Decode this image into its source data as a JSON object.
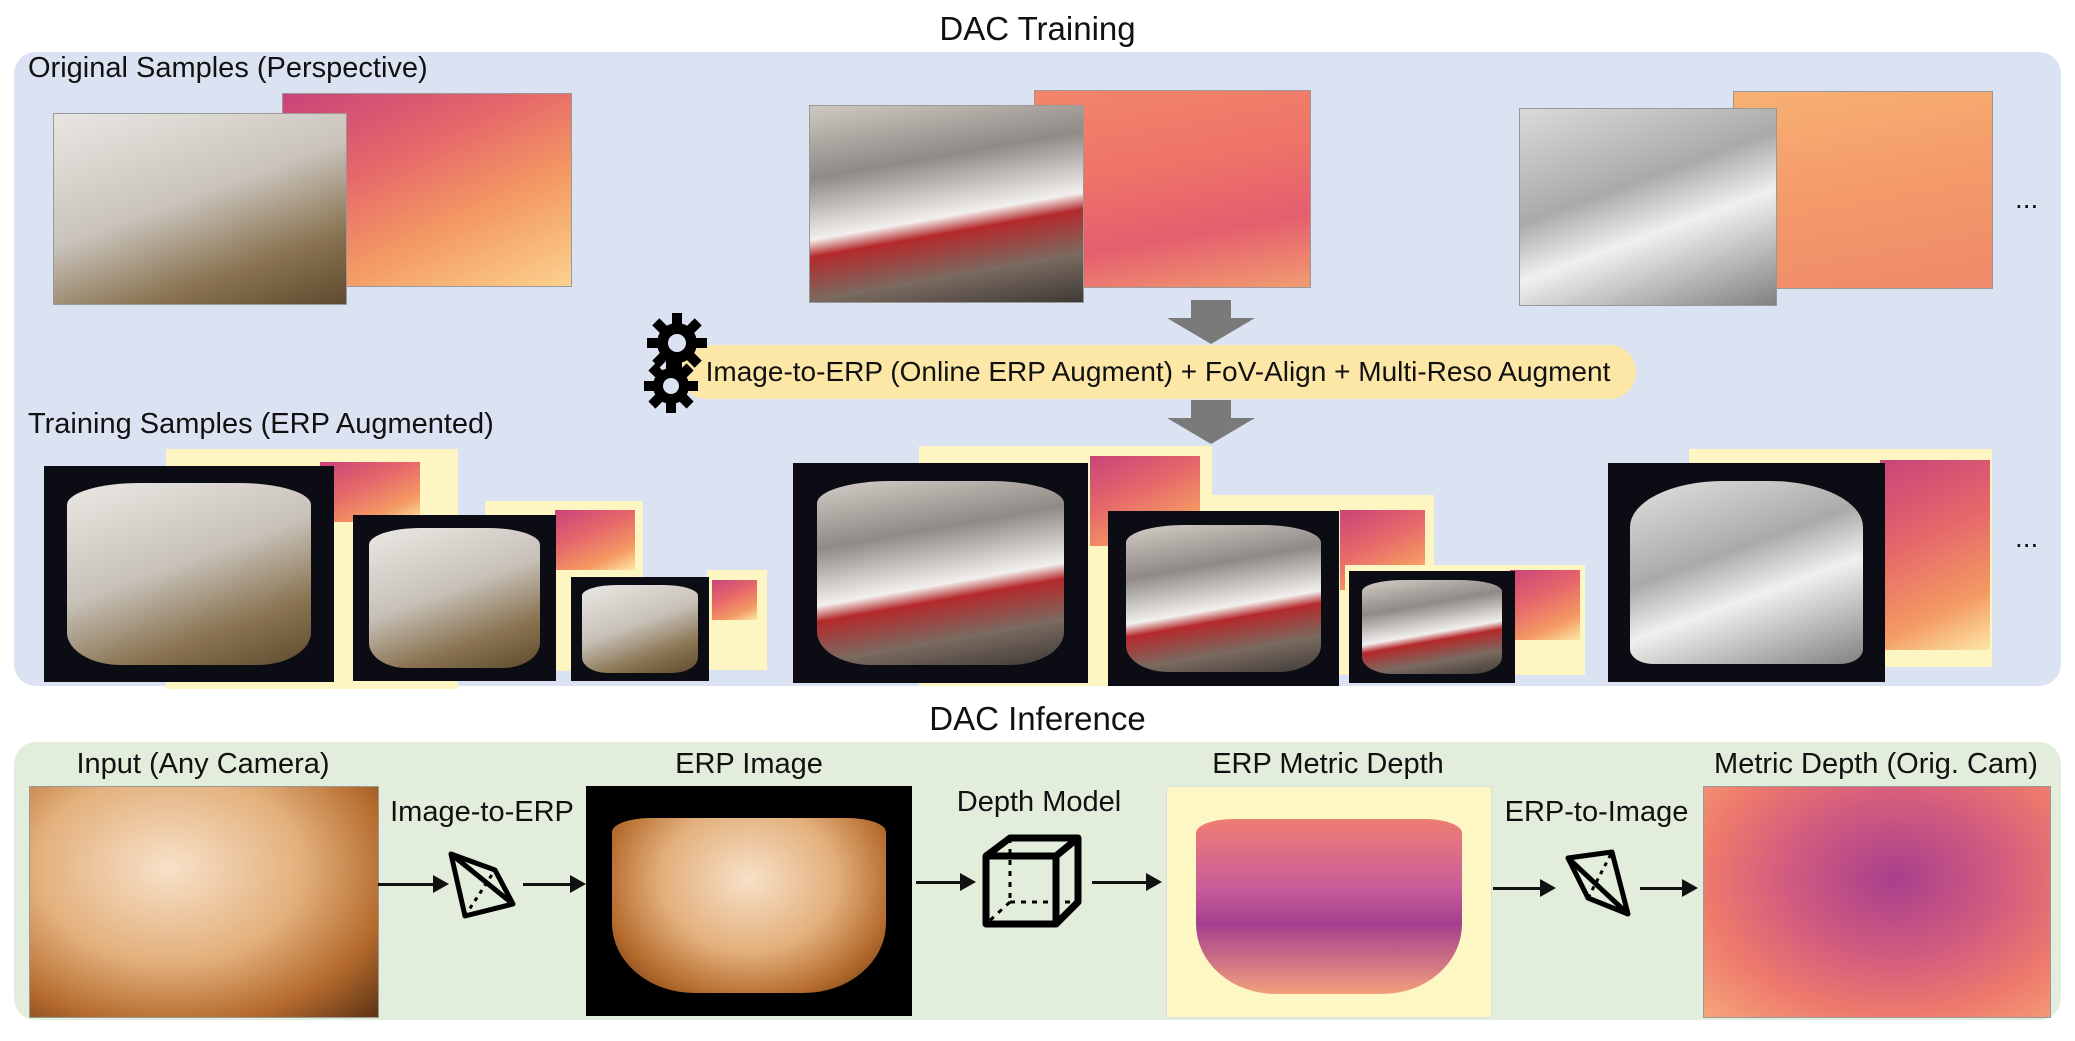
{
  "training": {
    "title": "DAC Training",
    "original_label": "Original Samples (Perspective)",
    "augment_text": "Image-to-ERP (Online ERP Augment) + FoV-Align + Multi-Reso Augment",
    "training_label": "Training Samples (ERP Augmented)",
    "ellipsis": "..."
  },
  "inference": {
    "title": "DAC Inference",
    "input_label": "Input (Any Camera)",
    "erp_image_label": "ERP Image",
    "erp_depth_label": "ERP Metric Depth",
    "output_label": "Metric Depth (Orig. Cam)",
    "step1_label": "Image-to-ERP",
    "step2_label": "Depth Model",
    "step3_label": "ERP-to-Image"
  },
  "colors": {
    "training_panel": "#dbe3f3",
    "inference_panel": "#e2eedb",
    "augment_pill": "#fde7a6",
    "arrow_gray": "#7a7a7a"
  },
  "icons": [
    "gear-icon",
    "tetrahedron-icon",
    "cube-icon",
    "arrow-down-icon",
    "arrow-right-icon"
  ]
}
